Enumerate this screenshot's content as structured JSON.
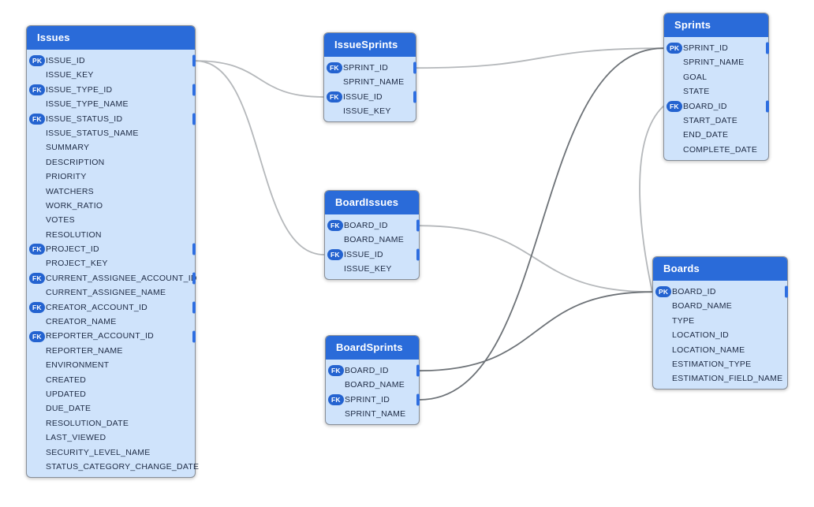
{
  "diagram": {
    "colors": {
      "header_blue": "#2a6bd9",
      "body_blue": "#cfe3fb",
      "key_pill_blue": "#2463d0",
      "anchor_tick_blue": "#2e6ee0",
      "row_text": "#1e2b45",
      "title_text": "#ffffff",
      "line_light": "#b5b8bb",
      "line_dark": "#6d7277"
    },
    "tables": [
      {
        "id": "issues",
        "title": "Issues",
        "rows": [
          {
            "key": "PK",
            "label": "ISSUE_ID",
            "tick": true
          },
          {
            "label": "ISSUE_KEY"
          },
          {
            "key": "FK",
            "label": "ISSUE_TYPE_ID",
            "tick": true
          },
          {
            "label": "ISSUE_TYPE_NAME"
          },
          {
            "key": "FK",
            "label": "ISSUE_STATUS_ID",
            "tick": true
          },
          {
            "label": "ISSUE_STATUS_NAME"
          },
          {
            "label": "SUMMARY"
          },
          {
            "label": "DESCRIPTION"
          },
          {
            "label": "PRIORITY"
          },
          {
            "label": "WATCHERS"
          },
          {
            "label": "WORK_RATIO"
          },
          {
            "label": "VOTES"
          },
          {
            "label": "RESOLUTION"
          },
          {
            "key": "FK",
            "label": "PROJECT_ID",
            "tick": true
          },
          {
            "label": "PROJECT_KEY"
          },
          {
            "key": "FK",
            "label": "CURRENT_ASSIGNEE_ACCOUNT_ID",
            "tick": true
          },
          {
            "label": "CURRENT_ASSIGNEE_NAME"
          },
          {
            "key": "FK",
            "label": "CREATOR_ACCOUNT_ID",
            "tick": true
          },
          {
            "label": "CREATOR_NAME"
          },
          {
            "key": "FK",
            "label": "REPORTER_ACCOUNT_ID",
            "tick": true
          },
          {
            "label": "REPORTER_NAME"
          },
          {
            "label": "ENVIRONMENT"
          },
          {
            "label": "CREATED"
          },
          {
            "label": "UPDATED"
          },
          {
            "label": "DUE_DATE"
          },
          {
            "label": "RESOLUTION_DATE"
          },
          {
            "label": "LAST_VIEWED"
          },
          {
            "label": "SECURITY_LEVEL_NAME"
          },
          {
            "label": "STATUS_CATEGORY_CHANGE_DATE"
          }
        ]
      },
      {
        "id": "issue_sprints",
        "title": "IssueSprints",
        "rows": [
          {
            "key": "FK",
            "label": "SPRINT_ID",
            "tick": true
          },
          {
            "label": "SPRINT_NAME"
          },
          {
            "key": "FK",
            "label": "ISSUE_ID",
            "tick": true
          },
          {
            "label": "ISSUE_KEY"
          }
        ]
      },
      {
        "id": "board_issues",
        "title": "BoardIssues",
        "rows": [
          {
            "key": "FK",
            "label": "BOARD_ID",
            "tick": true
          },
          {
            "label": "BOARD_NAME"
          },
          {
            "key": "FK",
            "label": "ISSUE_ID",
            "tick": true
          },
          {
            "label": "ISSUE_KEY"
          }
        ]
      },
      {
        "id": "board_sprints",
        "title": "BoardSprints",
        "rows": [
          {
            "key": "FK",
            "label": "BOARD_ID",
            "tick": true
          },
          {
            "label": "BOARD_NAME"
          },
          {
            "key": "FK",
            "label": "SPRINT_ID",
            "tick": true
          },
          {
            "label": "SPRINT_NAME"
          }
        ]
      },
      {
        "id": "sprints",
        "title": "Sprints",
        "rows": [
          {
            "key": "PK",
            "label": "SPRINT_ID",
            "tick": true
          },
          {
            "label": "SPRINT_NAME"
          },
          {
            "label": "GOAL"
          },
          {
            "label": "STATE"
          },
          {
            "key": "FK",
            "label": "BOARD_ID",
            "tick": true
          },
          {
            "label": "START_DATE"
          },
          {
            "label": "END_DATE"
          },
          {
            "label": "COMPLETE_DATE"
          }
        ]
      },
      {
        "id": "boards",
        "title": "Boards",
        "rows": [
          {
            "key": "PK",
            "label": "BOARD_ID",
            "tick": true
          },
          {
            "label": "BOARD_NAME"
          },
          {
            "label": "TYPE"
          },
          {
            "label": "LOCATION_ID"
          },
          {
            "label": "LOCATION_NAME"
          },
          {
            "label": "ESTIMATION_TYPE"
          },
          {
            "label": "ESTIMATION_FIELD_NAME"
          }
        ]
      }
    ],
    "connections": [
      {
        "from": {
          "table": "issues",
          "column": "ISSUE_ID",
          "side": "right"
        },
        "to": {
          "table": "issue_sprints",
          "column": "ISSUE_ID",
          "side": "left"
        },
        "tone": "light"
      },
      {
        "from": {
          "table": "issues",
          "column": "ISSUE_ID",
          "side": "right"
        },
        "to": {
          "table": "board_issues",
          "column": "ISSUE_ID",
          "side": "left"
        },
        "tone": "light"
      },
      {
        "from": {
          "table": "issue_sprints",
          "column": "SPRINT_ID",
          "side": "right"
        },
        "to": {
          "table": "sprints",
          "column": "SPRINT_ID",
          "side": "left"
        },
        "tone": "light"
      },
      {
        "from": {
          "table": "board_issues",
          "column": "BOARD_ID",
          "side": "right"
        },
        "to": {
          "table": "boards",
          "column": "BOARD_ID",
          "side": "left"
        },
        "tone": "light"
      },
      {
        "from": {
          "table": "sprints",
          "column": "BOARD_ID",
          "side": "left"
        },
        "to": {
          "table": "boards",
          "column": "BOARD_ID",
          "side": "left"
        },
        "tone": "light"
      },
      {
        "from": {
          "table": "board_sprints",
          "column": "BOARD_ID",
          "side": "right"
        },
        "to": {
          "table": "boards",
          "column": "BOARD_ID",
          "side": "left"
        },
        "tone": "dark"
      },
      {
        "from": {
          "table": "board_sprints",
          "column": "SPRINT_ID",
          "side": "right"
        },
        "to": {
          "table": "sprints",
          "column": "SPRINT_ID",
          "side": "left"
        },
        "tone": "dark"
      }
    ]
  }
}
